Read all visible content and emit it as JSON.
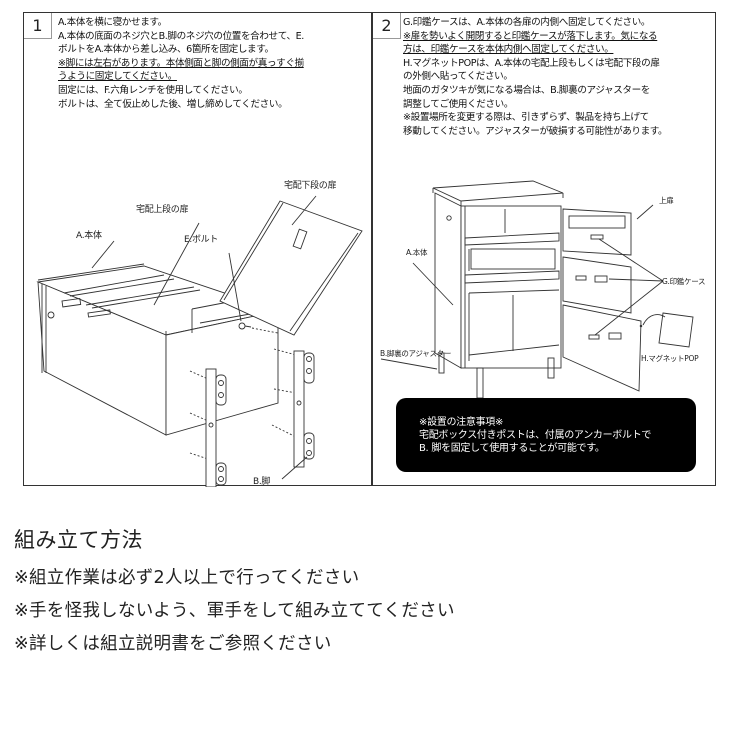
{
  "step1": {
    "number": "1",
    "lines": [
      "A.本体を横に寝かせます。",
      "A.本体の底面のネジ穴とB.脚のネジ穴の位置を合わせて、E.",
      "ボルトをA.本体から差し込み、6箇所を固定します。",
      "※脚には左右があります。本体側面と脚の側面が真っすぐ揃",
      "うように固定してください。",
      "固定には、F.六角レンチを使用してください。",
      "ボルトは、全て仮止めした後、増し締めしてください。"
    ],
    "underlined_lines": [
      3,
      4
    ],
    "labels": {
      "lower_door": "宅配下段の扉",
      "upper_door": "宅配上段の扉",
      "body": "A.本体",
      "bolt": "E.ボルト",
      "leg": "B.脚"
    }
  },
  "step2": {
    "number": "2",
    "lines": [
      "G.印鑑ケースは、A.本体の各扉の内側へ固定してください。",
      "※扉を勢いよく開閉すると印鑑ケースが落下します。気になる",
      "方は、印鑑ケースを本体内側へ固定してください。",
      "H.マグネットPOPは、A.本体の宅配上段もしくは宅配下段の扉",
      "の外側へ貼ってください。",
      "地面のガタツキが気になる場合は、B.脚裏のアジャスターを",
      "調整してご使用ください。",
      "※設置場所を変更する際は、引きずらず、製品を持ち上げて",
      "移動してください。アジャスターが破損する可能性があります。"
    ],
    "underlined_lines": [
      1,
      2
    ],
    "labels": {
      "top_door": "上扉",
      "body": "A.本体",
      "seal_case": "G.印鑑ケース",
      "adjuster": "B.脚裏のアジャスター",
      "magnet_pop": "H.マグネットPOP"
    },
    "notice": {
      "title": "※設置の注意事項※",
      "line1": "宅配ボックス付きポストは、付属のアンカーボルトで",
      "line2": "B. 脚を固定して使用することが可能です。"
    }
  },
  "assembly": {
    "title": "組み立て方法",
    "notes": [
      "※組立作業は必ず2人以上で行ってください",
      "※手を怪我しないよう、軍手をして組み立ててください",
      "※詳しくは組立説明書をご参照ください"
    ]
  }
}
